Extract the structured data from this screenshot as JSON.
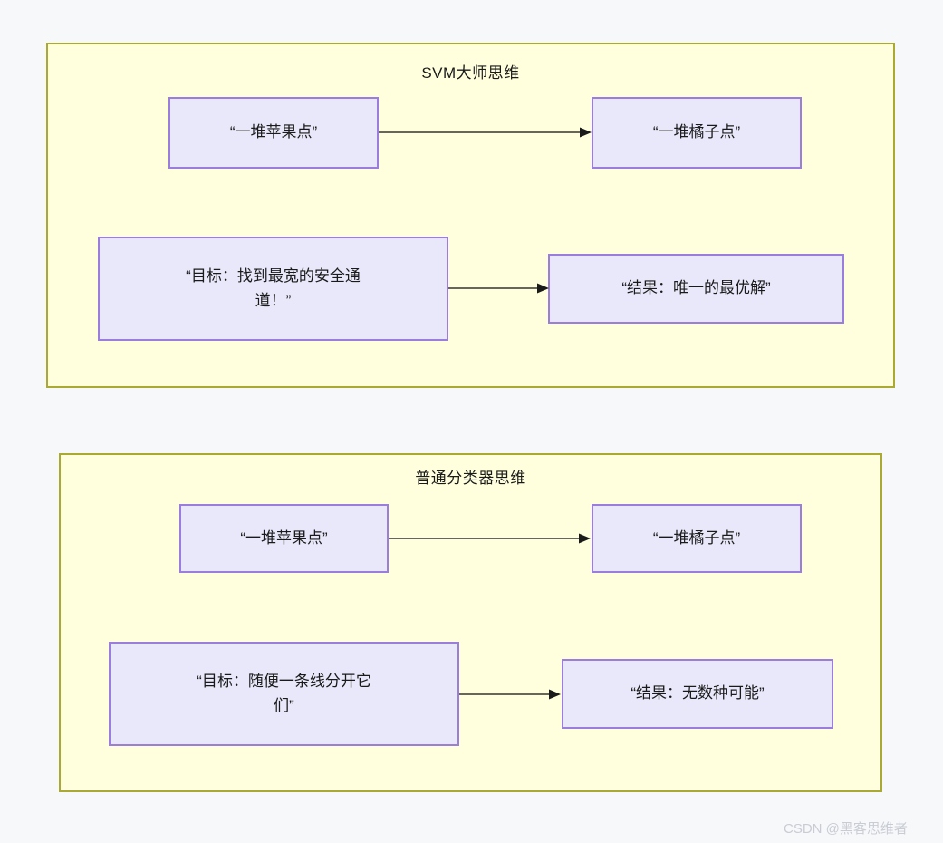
{
  "diagram": {
    "type": "flowchart",
    "watermark": "CSDN @黑客思维者",
    "panels": [
      {
        "id": "svm-master",
        "title": "SVM大师思维",
        "nodes": [
          {
            "id": "apple-points-1",
            "label": "“一堆苹果点”"
          },
          {
            "id": "orange-points-1",
            "label": "“一堆橘子点”"
          },
          {
            "id": "goal-1",
            "label": "“目标：找到最宽的安全通\n道！”"
          },
          {
            "id": "result-1",
            "label": "“结果：唯一的最优解”"
          }
        ],
        "edges": [
          {
            "from": "apple-points-1",
            "to": "orange-points-1"
          },
          {
            "from": "goal-1",
            "to": "result-1"
          }
        ]
      },
      {
        "id": "ordinary-classifier",
        "title": "普通分类器思维",
        "nodes": [
          {
            "id": "apple-points-2",
            "label": "“一堆苹果点”"
          },
          {
            "id": "orange-points-2",
            "label": "“一堆橘子点”"
          },
          {
            "id": "goal-2",
            "label": "“目标：随便一条线分开它\n们”"
          },
          {
            "id": "result-2",
            "label": "“结果：无数种可能”"
          }
        ],
        "edges": [
          {
            "from": "apple-points-2",
            "to": "orange-points-2"
          },
          {
            "from": "goal-2",
            "to": "result-2"
          }
        ]
      }
    ],
    "colors": {
      "page_background": "#f7f8fa",
      "panel_background": "#ffffdd",
      "panel_border": "#aaaa33",
      "node_background": "#e8e8fa",
      "node_border": "#9a7ddc",
      "edge": "#333333",
      "text": "#1a1a1a",
      "watermark": "#c9ccd4"
    }
  }
}
